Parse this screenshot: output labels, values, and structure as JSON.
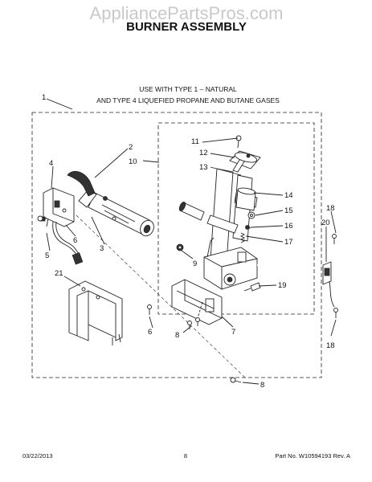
{
  "watermark": "AppliancePartsPros.com",
  "title": "BURNER ASSEMBLY",
  "usage_note": {
    "line1": "USE WITH TYPE 1 –  NATURAL",
    "line2": "AND TYPE 4    LIQUEFIED PROPANE AND BUTANE GASES"
  },
  "callouts": {
    "c1": "1",
    "c2": "2",
    "c3": "3",
    "c4": "4",
    "c5": "5",
    "c6a": "6",
    "c6b": "6",
    "c7": "7",
    "c8a": "8",
    "c8b": "8",
    "c9": "9",
    "c10": "10",
    "c11": "11",
    "c12": "12",
    "c13": "13",
    "c14": "14",
    "c15": "15",
    "c16": "16",
    "c17": "17",
    "c18a": "18",
    "c18b": "18",
    "c19": "19",
    "c20": "20",
    "c21": "21"
  },
  "footer": {
    "date": "03/22/2013",
    "page": "8",
    "part_no": "Part No.  W10594193  Rev. A"
  }
}
